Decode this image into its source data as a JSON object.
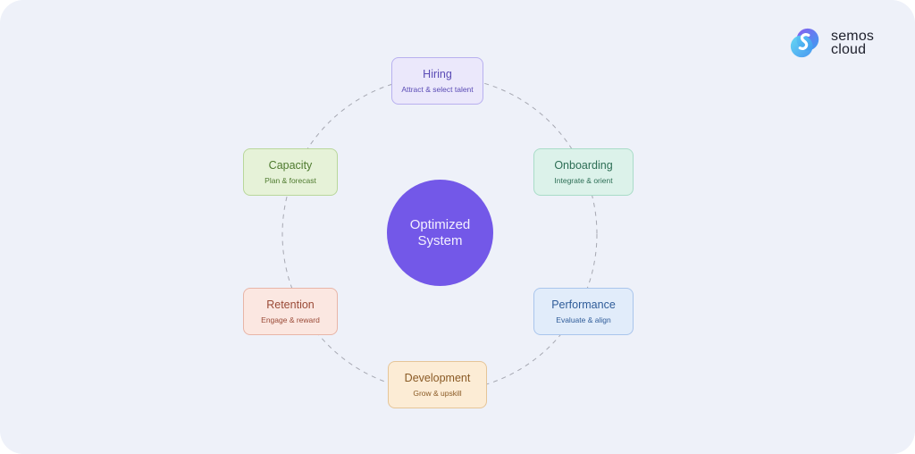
{
  "diagram": {
    "type": "cycle",
    "center": {
      "line1": "Optimized",
      "line2": "System"
    },
    "nodes": [
      {
        "id": "hiring",
        "title": "Hiring",
        "subtitle": "Attract & select talent"
      },
      {
        "id": "onboarding",
        "title": "Onboarding",
        "subtitle": "Integrate & orient"
      },
      {
        "id": "performance",
        "title": "Performance",
        "subtitle": "Evaluate & align"
      },
      {
        "id": "development",
        "title": "Development",
        "subtitle": "Grow & upskill"
      },
      {
        "id": "retention",
        "title": "Retention",
        "subtitle": "Engage & reward"
      },
      {
        "id": "capacity",
        "title": "Capacity",
        "subtitle": "Plan & forecast"
      }
    ],
    "connector_style": "dashed-ring"
  },
  "brand": {
    "name_line1": "semos",
    "name_line2": "cloud",
    "colors": {
      "primary": "#7358e8",
      "logo_gradient_start": "#7b5cf0",
      "logo_gradient_end": "#4fd1f0"
    }
  },
  "colors": {
    "background": "#eef1f9",
    "ring": "#a6a8b2",
    "hiring": "#ebe8fb",
    "capacity": "#e6f2d8",
    "onboarding": "#dcf2ea",
    "retention": "#fbe7e1",
    "performance": "#e1ecfa",
    "development": "#fcecd5"
  }
}
